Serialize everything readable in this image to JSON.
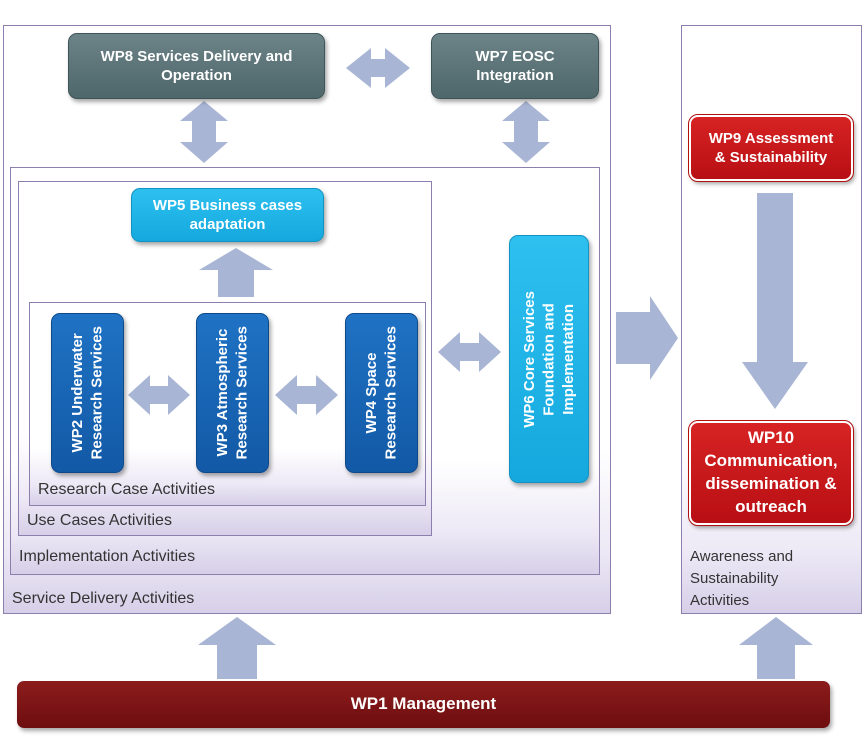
{
  "frames": {
    "service_delivery": "Service Delivery Activities",
    "implementation": "Implementation Activities",
    "use_cases": "Use Cases Activities",
    "research_case": "Research Case Activities",
    "awareness": [
      "Awareness and",
      "Sustainability",
      "Activities"
    ]
  },
  "work_packages": {
    "wp8": [
      "WP8 Services Delivery and",
      "Operation"
    ],
    "wp7": [
      "WP7 EOSC",
      "Integration"
    ],
    "wp5": [
      "WP5 Business cases",
      "adaptation"
    ],
    "wp2": [
      "WP2 Underwater",
      "Research Services"
    ],
    "wp3": [
      "WP3 Atmospheric",
      "Research Services"
    ],
    "wp4": [
      "WP4 Space",
      "Research Services"
    ],
    "wp6": [
      "WP6 Core Services",
      "Foundation and",
      "Implementation"
    ],
    "wp9": [
      "WP9 Assessment",
      "& Sustainability"
    ],
    "wp10": [
      "WP10",
      "Communication,",
      "dissemination &",
      "outreach"
    ],
    "wp1": "WP1 Management"
  },
  "colors": {
    "arrow": "#a8b5d4",
    "frame_border": "#8c7fae",
    "gray_box": "#5b7478",
    "cyan_box": "#1eb2e8",
    "blue_box": "#1565b5",
    "red_box": "#c8181b",
    "maroon_bar": "#7e1416"
  }
}
